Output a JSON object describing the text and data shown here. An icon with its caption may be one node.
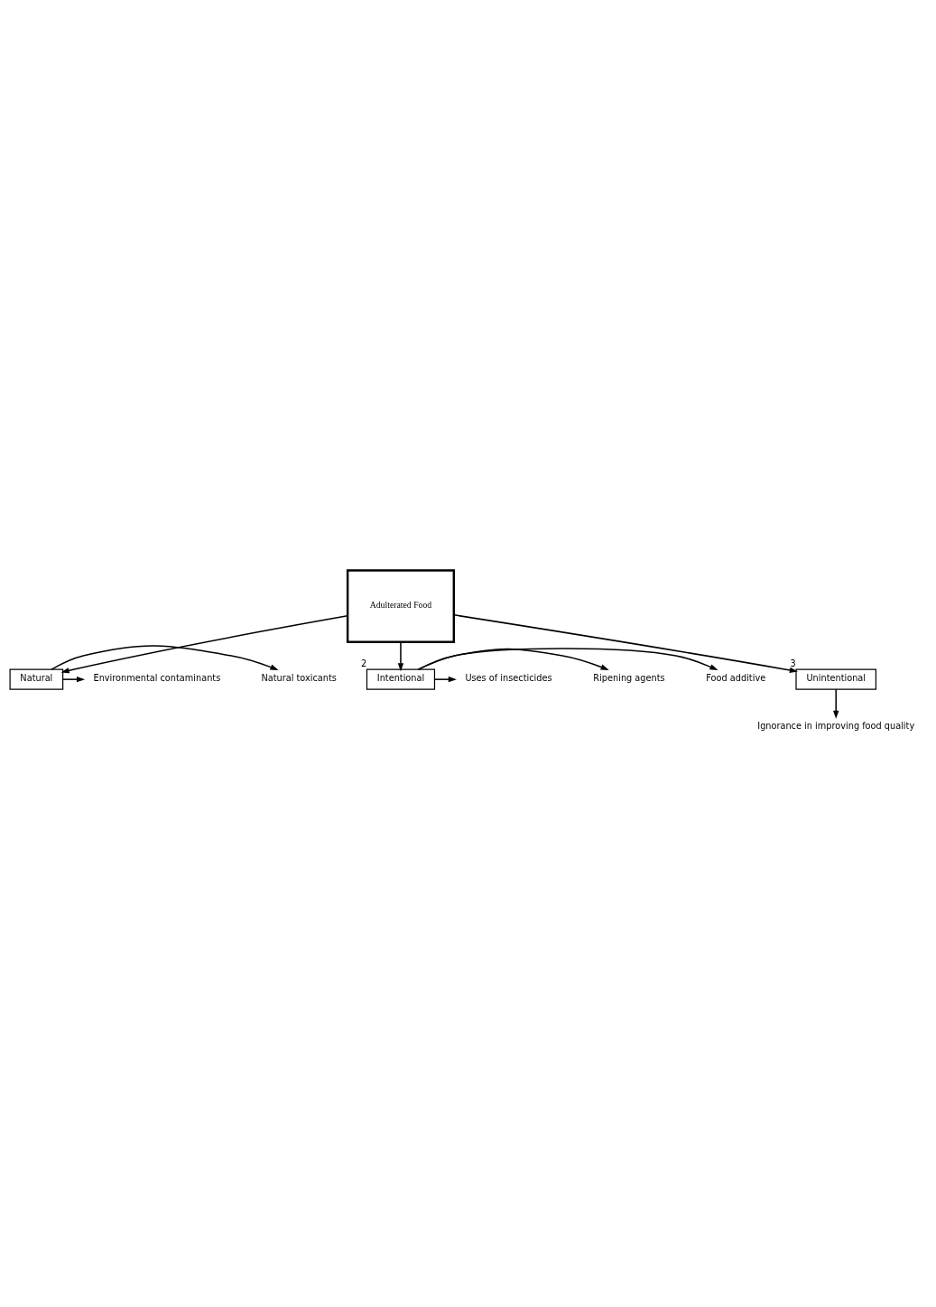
{
  "diagram": {
    "nodes": [
      {
        "text": [
          "Natural"
        ]
      },
      {
        "text": [
          "Natural toxicants"
        ]
      },
      {
        "text": [
          "Environmental contaminants"
        ]
      },
      {
        "text": [
          "Adulterated Food"
        ]
      },
      {
        "text": [
          "Intentional"
        ],
        "beside": [
          "2"
        ]
      },
      {
        "text": [
          "Food additive"
        ]
      },
      {
        "text": [
          "Ripening agents"
        ]
      },
      {
        "text": [
          "Uses of insecticides"
        ]
      },
      {
        "text": [
          "Unintentional"
        ],
        "beside": [
          "3"
        ]
      },
      {
        "text": [
          "Ignorance in improving food quality"
        ]
      }
    ],
    "edges": [
      {
        "from": 3,
        "to": 0,
        "arrow": "to"
      },
      {
        "from": 0,
        "to": 1,
        "arrow": "to"
      },
      {
        "from": 0,
        "to": 2,
        "arrow": "to"
      },
      {
        "from": 3,
        "to": 4,
        "arrow": "to"
      },
      {
        "from": 4,
        "to": 5,
        "arrow": "to"
      },
      {
        "from": 4,
        "to": 6,
        "arrow": "to"
      },
      {
        "from": 4,
        "to": 7,
        "arrow": "to"
      },
      {
        "from": 3,
        "to": 8,
        "arrow": "to"
      },
      {
        "from": 8,
        "to": 9,
        "arrow": "to"
      }
    ]
  }
}
